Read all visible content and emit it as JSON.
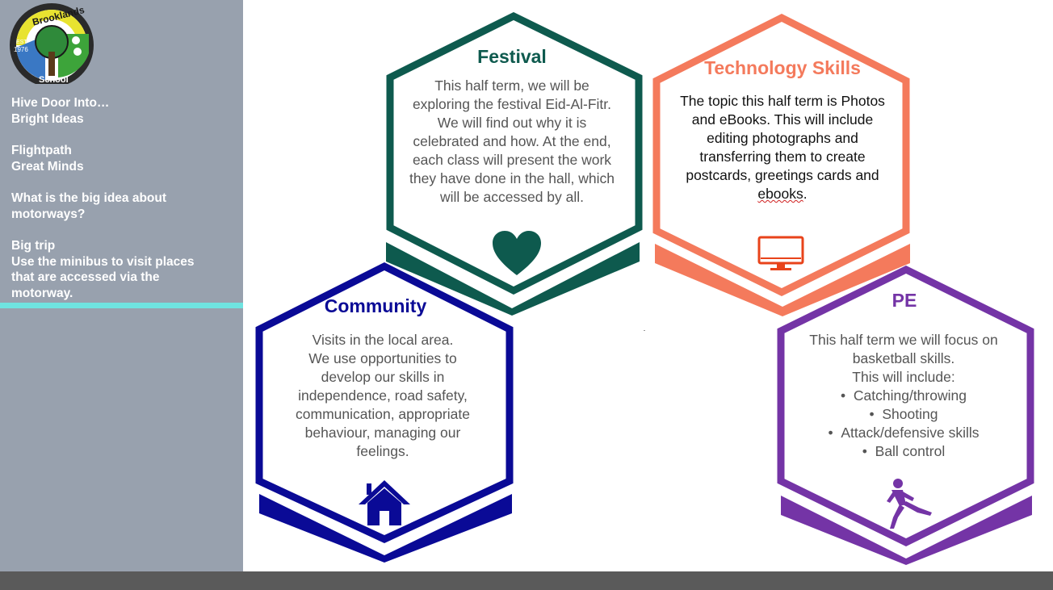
{
  "logo": {
    "top_text": "Brooklands",
    "bottom_text": "School",
    "est_label": "EST",
    "est_year": "1976"
  },
  "sidebar": {
    "lines": [
      "Hive Door Into…",
      "Bright Ideas",
      "",
      "Flightpath",
      "Great Minds",
      "",
      "What is the big idea about",
      "motorways?",
      "",
      "Big trip",
      "Use the minibus to visit places",
      "that are accessed via the",
      "motorway."
    ]
  },
  "colors": {
    "sidebar": "#98a1ae",
    "accent": "#6fe3e0",
    "footer": "#5a5a5a",
    "festival": "#0e5a4e",
    "technology": "#f47a5c",
    "community": "#0a0a96",
    "pe": "#7434a6"
  },
  "festival": {
    "title": "Festival",
    "lines": [
      "This half term, we will be",
      "exploring the festival Eid-Al-Fitr.",
      "We will find out why it is",
      "celebrated and how. At the end,",
      "each class will present the work",
      "they have done in the hall, which",
      "will be accessed by all."
    ],
    "icon": "heart-icon"
  },
  "technology": {
    "title": "Technology Skills",
    "lines": [
      "The topic this half term is Photos",
      "and eBooks. This will include",
      "editing photographs and",
      "transferring them to create",
      "postcards, greetings cards and"
    ],
    "last_word": "ebooks",
    "last_punct": ".",
    "icon": "monitor-icon"
  },
  "community": {
    "title": "Community",
    "lines": [
      "Visits in the local area.",
      "We use opportunities to",
      "develop our skills in",
      "independence, road safety,",
      "communication, appropriate",
      "behaviour, managing our",
      "feelings."
    ],
    "icon": "house-icon"
  },
  "pe": {
    "title": "PE",
    "lines": [
      "This half term we will focus on",
      "basketball skills.",
      "This will include:"
    ],
    "bullets": [
      "Catching/throwing",
      "Shooting",
      "Attack/defensive skills",
      "Ball control"
    ],
    "icon": "runner-icon"
  }
}
